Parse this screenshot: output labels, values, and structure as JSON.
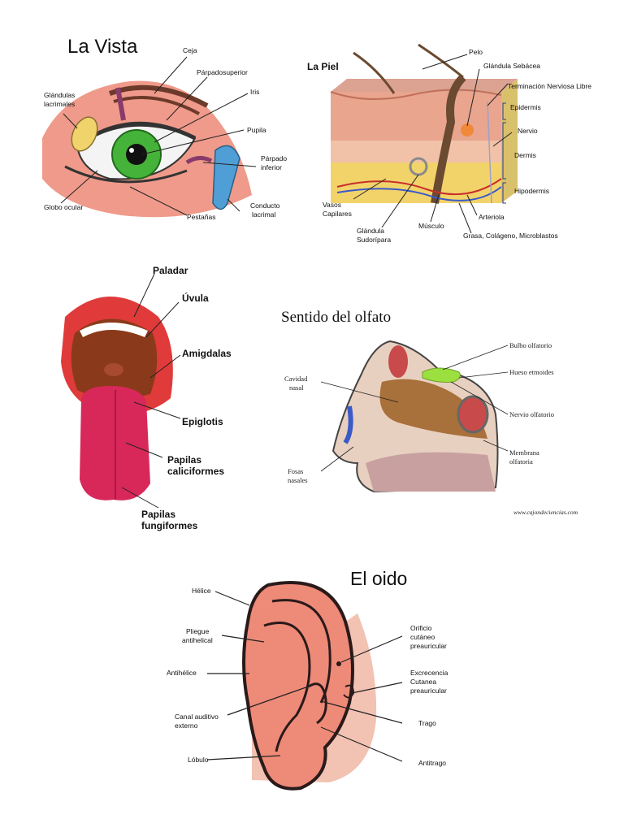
{
  "vista": {
    "title": "La Vista",
    "labels": {
      "ceja": "Ceja",
      "parpado_superior": "Párpadosuperior",
      "glandulas_1": "Glándulas",
      "glandulas_2": "lacrimales",
      "iris": "Iris",
      "pupila": "Pupila",
      "parpado_inferior_1": "Párpado",
      "parpado_inferior_2": "inferior",
      "globo_ocular": "Globo ocular",
      "pestanas": "Pestañas",
      "conducto_1": "Conducto",
      "conducto_2": "lacrimal"
    }
  },
  "piel": {
    "title": "La Piel",
    "labels": {
      "pelo": "Pelo",
      "glandula_sebacea": "Glándula Sebácea",
      "terminacion": "Terminación Nerviosa Libre",
      "epidermis": "Epidermis",
      "nervio": "Nervio",
      "dermis": "Dermis",
      "hipodermis": "Hipodermis",
      "vasos_1": "Vasos",
      "vasos_2": "Capilares",
      "arteriola": "Arteriola",
      "musculo": "Músculo",
      "glandula_sud_1": "Glándula",
      "glandula_sud_2": "Sudorípara",
      "grasa": "Grasa, Colágeno, Microblastos"
    }
  },
  "lengua": {
    "labels": {
      "paladar": "Paladar",
      "uvula": "Úvula",
      "amigdalas": "Amigdalas",
      "epiglotis": "Epiglotis",
      "caliciformes_1": "Papilas",
      "caliciformes_2": "caliciformes",
      "fungiformes_1": "Papilas",
      "fungiformes_2": "fungiformes"
    }
  },
  "olfato": {
    "title": "Sentido del olfato",
    "labels": {
      "bulbo": "Bulbo olfatorio",
      "hueso": "Hueso etmoides",
      "nervio": "Nervio olfatorio",
      "cavidad_1": "Cavidad",
      "cavidad_2": "nasal",
      "membrana_1": "Membrana",
      "membrana_2": "olfatoria",
      "fosas_1": "Fosas",
      "fosas_2": "nasales"
    },
    "credit": "www.cajondeciencias.com"
  },
  "oido": {
    "title": "El oido",
    "labels": {
      "helice": "Hélice",
      "pliegue_1": "Pliegue",
      "pliegue_2": "antihelical",
      "antihelice": "Antihélice",
      "canal_1": "Canal auditivo",
      "canal_2": "externo",
      "lobulo": "Lóbulo",
      "orificio_1": "Orificio",
      "orificio_2": "cutáneo",
      "orificio_3": "preauricular",
      "excrecencia_1": "Excrecencia",
      "excrecencia_2": "Cutanea",
      "excrecencia_3": "preauricular",
      "trago": "Trago",
      "antitrago": "Antitrago"
    }
  }
}
